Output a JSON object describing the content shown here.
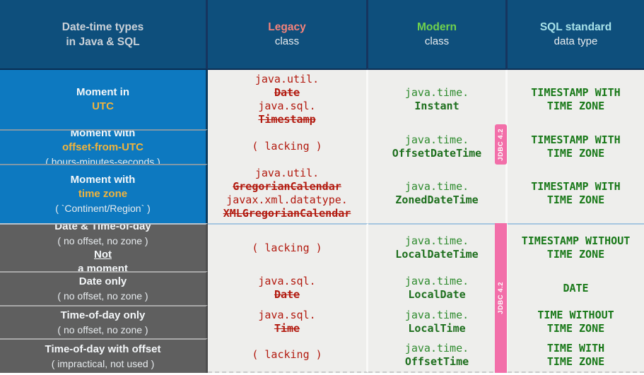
{
  "header": {
    "col1": {
      "line1": "Date-time types",
      "line2": "in Java & SQL"
    },
    "col2": {
      "line1": "Legacy",
      "line2": "class"
    },
    "col3": {
      "line1": "Modern",
      "line2": "class"
    },
    "col4": {
      "line1": "SQL standard",
      "line2": "data type"
    }
  },
  "jdbc_badge": "JDBC 4.2",
  "colors": {
    "header_bg": "#0e4f7c",
    "moment_row_bg": "#0d79c0",
    "nonmoment_row_bg": "#5f5f5f",
    "code_cell_bg": "#eeeeec",
    "legacy_red": "#b2190e",
    "modern_green": "#2e8b2e",
    "modern_class_green": "#1d6f1d",
    "sql_green": "#187818",
    "highlight_gold": "#f1b43c",
    "legacy_accent": "#f4837b",
    "modern_accent": "#70d24d",
    "sql_accent": "#a7e2e9",
    "jdbc_pink": "#f26fa9"
  },
  "rows": [
    {
      "section": "moment",
      "label": [
        [
          {
            "t": "Moment in ",
            "cls": "b"
          },
          {
            "t": "UTC",
            "cls": "b gold"
          }
        ]
      ],
      "legacy": [
        {
          "t": "java.util."
        },
        {
          "t": "Date",
          "cls": "strike"
        },
        {
          "t": "java.sql."
        },
        {
          "t": "Timestamp",
          "cls": "strike"
        }
      ],
      "modern": [
        {
          "t": "java.time."
        },
        {
          "t": "Instant",
          "cls": "cls"
        }
      ],
      "sql": [
        "TIMESTAMP WITH",
        "TIME ZONE"
      ]
    },
    {
      "section": "moment",
      "label": [
        [
          {
            "t": "Moment with ",
            "cls": "b"
          },
          {
            "t": "offset-from-UTC",
            "cls": "b gold"
          }
        ],
        [
          {
            "t": "( hours-minutes-seconds )",
            "cls": "sub"
          }
        ]
      ],
      "legacy": [
        {
          "t": "( lacking )"
        }
      ],
      "modern": [
        {
          "t": "java.time."
        },
        {
          "t": "OffsetDateTime",
          "cls": "cls"
        }
      ],
      "sql": [
        "TIMESTAMP WITH",
        "TIME ZONE"
      ]
    },
    {
      "section": "moment",
      "label": [
        [
          {
            "t": "Moment with ",
            "cls": "b"
          },
          {
            "t": "time zone",
            "cls": "b gold"
          }
        ],
        [
          {
            "t": "( `Continent/Region` )",
            "cls": "sub"
          }
        ]
      ],
      "legacy": [
        {
          "t": "java.util."
        },
        {
          "t": "GregorianCalendar",
          "cls": "strike"
        },
        {
          "t": "javax.xml.datatype."
        },
        {
          "t": "XMLGregorianCalendar",
          "cls": "strike"
        }
      ],
      "modern": [
        {
          "t": "java.time."
        },
        {
          "t": "ZonedDateTime",
          "cls": "cls"
        }
      ],
      "sql": [
        "TIMESTAMP WITH",
        "TIME ZONE"
      ]
    },
    {
      "section": "nonmoment",
      "label": [
        [
          {
            "t": "Date & Time-of-day",
            "cls": "b"
          }
        ],
        [
          {
            "t": "( no offset, no zone )",
            "cls": "sub"
          }
        ],
        [
          {
            "t": "Not",
            "cls": "b u"
          },
          {
            "t": " a moment",
            "cls": "b"
          }
        ]
      ],
      "legacy": [
        {
          "t": "( lacking )"
        }
      ],
      "modern": [
        {
          "t": "java.time."
        },
        {
          "t": "LocalDateTime",
          "cls": "cls"
        }
      ],
      "sql": [
        "TIMESTAMP WITHOUT",
        "TIME ZONE"
      ]
    },
    {
      "section": "nonmoment",
      "label": [
        [
          {
            "t": "Date only",
            "cls": "b"
          }
        ],
        [
          {
            "t": "( no offset, no zone )",
            "cls": "sub"
          }
        ]
      ],
      "legacy": [
        {
          "t": "java.sql."
        },
        {
          "t": "Date",
          "cls": "strike"
        }
      ],
      "modern": [
        {
          "t": "java.time."
        },
        {
          "t": "LocalDate",
          "cls": "cls"
        }
      ],
      "sql": [
        "DATE"
      ]
    },
    {
      "section": "nonmoment",
      "label": [
        [
          {
            "t": "Time-of-day only",
            "cls": "b"
          }
        ],
        [
          {
            "t": "( no offset, no zone )",
            "cls": "sub"
          }
        ]
      ],
      "legacy": [
        {
          "t": "java.sql."
        },
        {
          "t": "Time",
          "cls": "strike"
        }
      ],
      "modern": [
        {
          "t": "java.time."
        },
        {
          "t": "LocalTime",
          "cls": "cls"
        }
      ],
      "sql": [
        "TIME WITHOUT",
        "TIME ZONE"
      ]
    },
    {
      "section": "nonmoment",
      "label": [
        [
          {
            "t": "Time-of-day with offset",
            "cls": "b"
          }
        ],
        [
          {
            "t": "( impractical, not used )",
            "cls": "sub"
          }
        ]
      ],
      "legacy": [
        {
          "t": "( lacking )"
        }
      ],
      "modern": [
        {
          "t": "java.time."
        },
        {
          "t": "OffsetTime",
          "cls": "cls"
        }
      ],
      "sql": [
        "TIME WITH",
        "TIME ZONE"
      ]
    }
  ]
}
